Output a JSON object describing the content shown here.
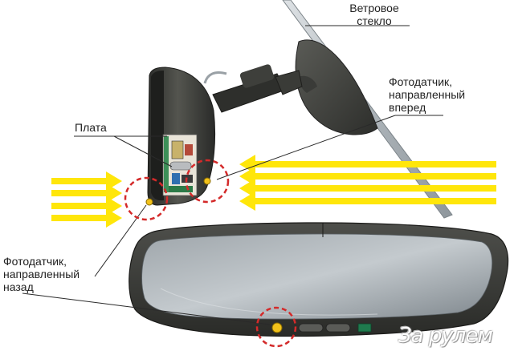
{
  "labels": {
    "windshield": [
      "Ветровое",
      "стекло"
    ],
    "board": "Плата",
    "front_sensor": [
      "Фотодатчик,",
      "направленный",
      "вперед"
    ],
    "rear_sensor": [
      "Фотодатчик,",
      "направленный",
      "назад"
    ]
  },
  "watermark": "За рулем",
  "colors": {
    "arrows": "#FFE60A",
    "highlight_circle": "#D42A2A",
    "housing": "#3A3B38",
    "glass": "#B8BEC2",
    "sensor": "#F2C21B",
    "status_led": "#1F7A4D"
  },
  "icons": {
    "light_arrows": "arrow-right-icon",
    "sensor_highlight": "dashed-circle-icon"
  }
}
